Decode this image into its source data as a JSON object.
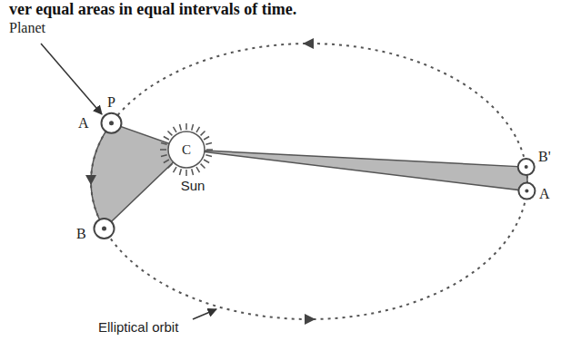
{
  "diagram": {
    "title": "ver equal areas in equal intervals of time.",
    "nodes": [
      {
        "text": [
          "C",
          "Sun"
        ]
      }
    ],
    "labels": [
      "Planet",
      "P",
      "A",
      "B",
      "B'",
      "A",
      "Elliptical orbit"
    ]
  }
}
